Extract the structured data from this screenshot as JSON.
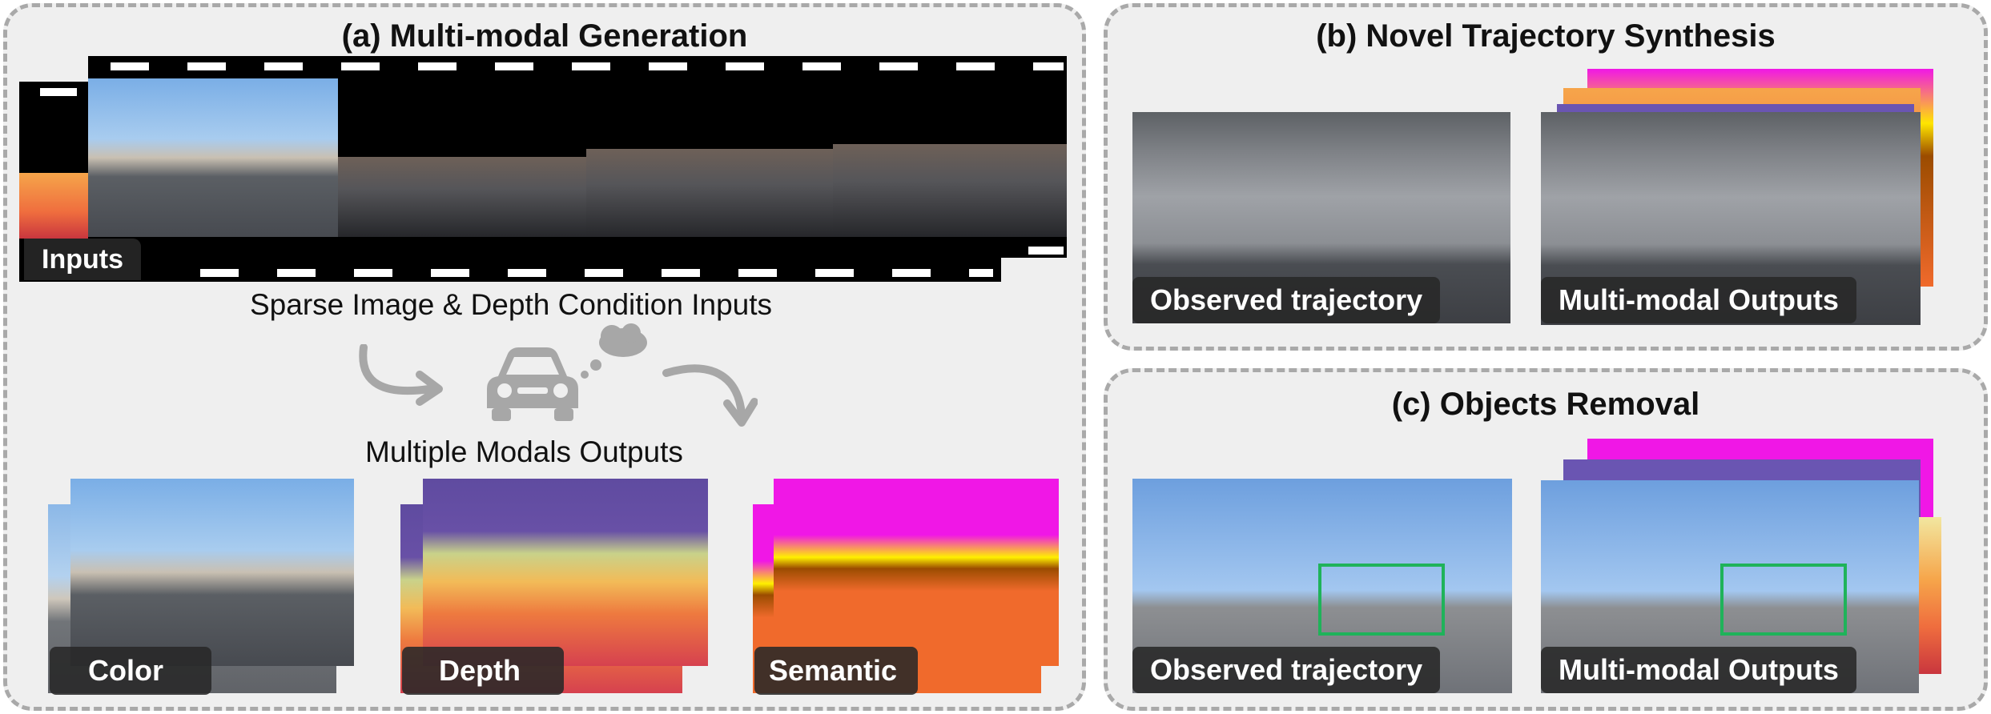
{
  "panels": {
    "a": {
      "title": "(a) Multi-modal Generation",
      "inputs_label": "Inputs",
      "caption_inputs": "Sparse Image & Depth Condition Inputs",
      "caption_outputs": "Multiple Modals Outputs",
      "outputs": [
        {
          "label": "Color"
        },
        {
          "label": "Depth"
        },
        {
          "label": "Semantic"
        }
      ]
    },
    "b": {
      "title": "(b) Novel Trajectory Synthesis",
      "left_label": "Observed trajectory",
      "right_label": "Multi-modal Outputs"
    },
    "c": {
      "title": "(c) Objects Removal",
      "left_label": "Observed trajectory",
      "right_label": "Multi-modal Outputs"
    }
  },
  "colors": {
    "panel_bg": "#efefef",
    "panel_border": "#a9a9a9",
    "label_bg": "#282828",
    "removal_box": "#1fb35a",
    "icon_gray": "#a7a7a7"
  },
  "icons": [
    "car-icon",
    "thought-cloud-icon",
    "curved-arrow-icon"
  ]
}
